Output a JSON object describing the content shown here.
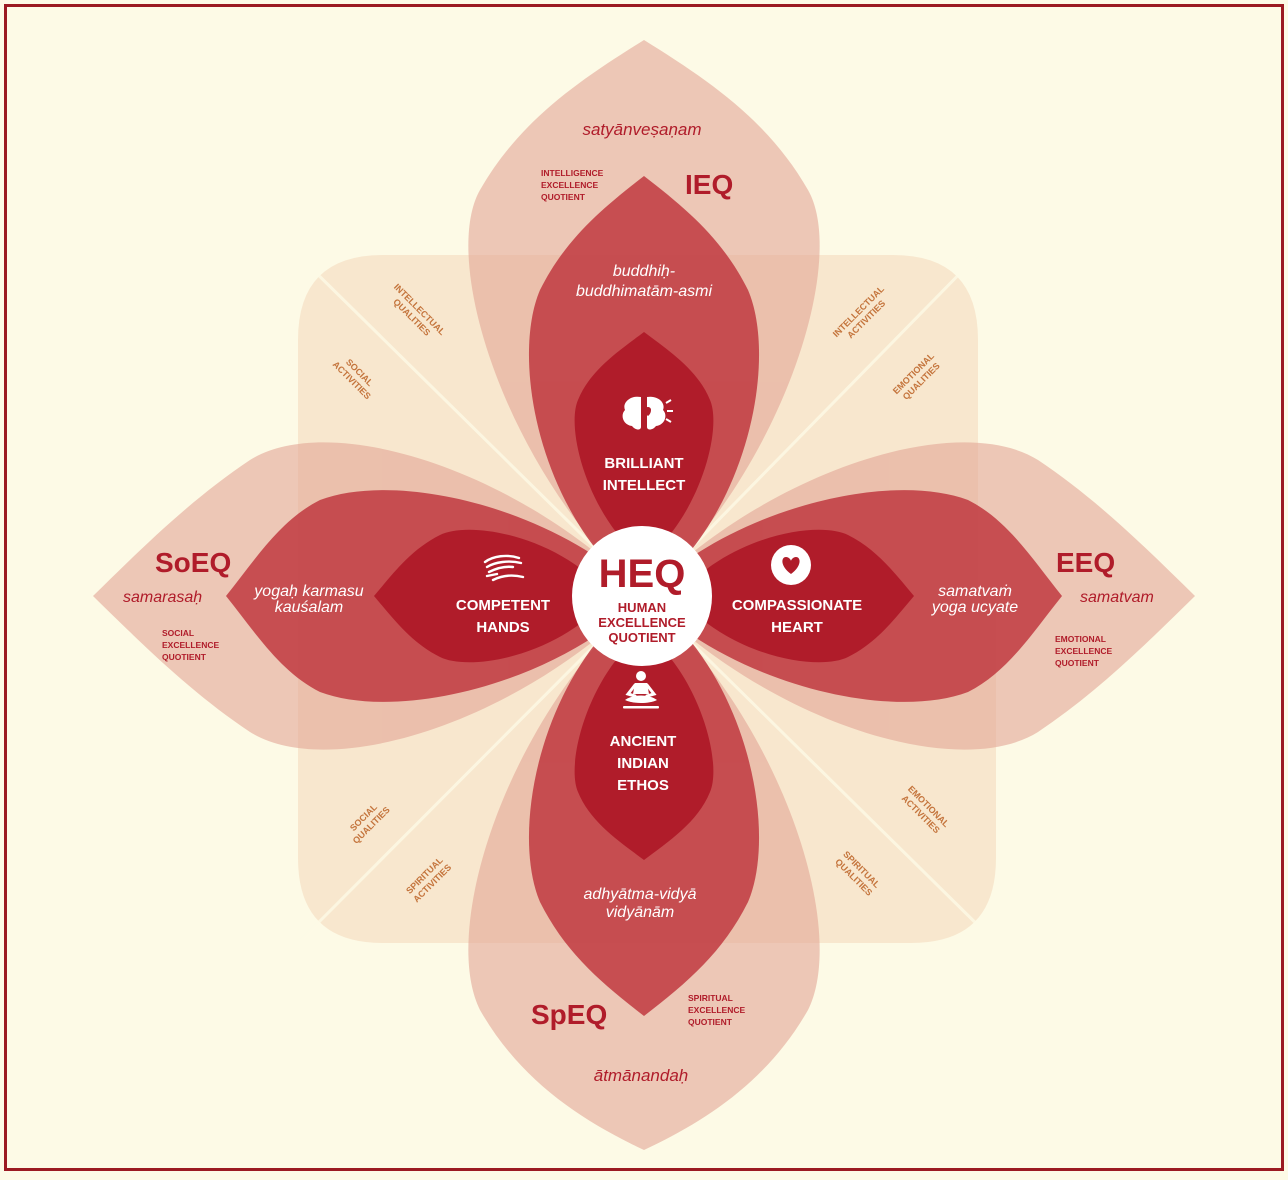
{
  "colors": {
    "background": "#fdfae6",
    "frame": "#9b1a22",
    "outer_petal": "#e8b8aa",
    "middle_petal": "#c4484e",
    "inner_petal": "#b01c2a",
    "diagonal_petal": "#f6e2c8",
    "accent_red": "#b01c2a",
    "orange_text": "#c4743c",
    "white": "#ffffff"
  },
  "center": {
    "title": "HEQ",
    "subtitle_lines": [
      "HUMAN",
      "EXCELLENCE",
      "QUOTIENT"
    ]
  },
  "top": {
    "code": "IEQ",
    "desc_lines": [
      "INTELLIGENCE",
      "EXCELLENCE",
      "QUOTIENT"
    ],
    "outer_phrase": "satyānveṣaṇam",
    "middle_lines": [
      "buddhiḥ-",
      "buddhimatām-asmi"
    ],
    "inner_lines": [
      "BRILLIANT",
      "INTELLECT"
    ],
    "icon": "brain-heart-icon"
  },
  "right": {
    "code": "EEQ",
    "desc_lines": [
      "EMOTIONAL",
      "EXCELLENCE",
      "QUOTIENT"
    ],
    "outer_phrase": "samatvam",
    "middle_lines": [
      "samatvaṁ",
      "yoga ucyate"
    ],
    "inner_lines": [
      "COMPASSIONATE",
      "HEART"
    ],
    "icon": "heart-icon"
  },
  "bottom": {
    "code": "SpEQ",
    "desc_lines": [
      "SPIRITUAL",
      "EXCELLENCE",
      "QUOTIENT"
    ],
    "outer_phrase": "ātmānandaḥ",
    "middle_lines": [
      "adhyātma-vidyā",
      "vidyānām"
    ],
    "inner_lines": [
      "ANCIENT",
      "INDIAN",
      "ETHOS"
    ],
    "icon": "meditation-icon"
  },
  "left": {
    "code": "SoEQ",
    "desc_lines": [
      "SOCIAL",
      "EXCELLENCE",
      "QUOTIENT"
    ],
    "outer_phrase": "samarasaḥ",
    "middle_lines": [
      "yogaḥ karmasu",
      "kauśalam"
    ],
    "inner_lines": [
      "COMPETENT",
      "HANDS"
    ],
    "icon": "hands-icon"
  },
  "diagonals": {
    "top_left": [
      [
        "INTELLECTUAL",
        "QUALITIES"
      ],
      [
        "SOCIAL",
        "ACTIVITIES"
      ]
    ],
    "top_right": [
      [
        "INTELLECTUAL",
        "ACTIVITIES"
      ],
      [
        "EMOTIONAL",
        "QUALITIES"
      ]
    ],
    "bottom_right": [
      [
        "EMOTIONAL",
        "ACTIVITIES"
      ],
      [
        "SPIRITUAL",
        "QUALITIES"
      ]
    ],
    "bottom_left": [
      [
        "SOCIAL",
        "QUALITIES"
      ],
      [
        "SPIRITUAL",
        "ACTIVITIES"
      ]
    ]
  }
}
